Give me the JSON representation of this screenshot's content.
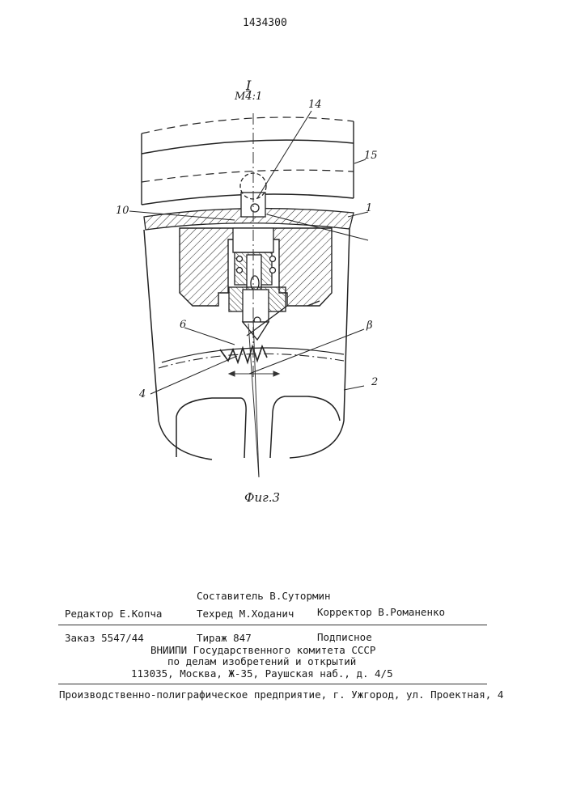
{
  "patent_number": "1434300",
  "figure": {
    "view_label": "I",
    "scale_label": "М4:1",
    "caption": "Фиг.3",
    "callouts": {
      "c14": "14",
      "c15": "15",
      "c10": "10",
      "c1": "1",
      "c6": "6",
      "c3": "β",
      "c4": "4",
      "c2": "2"
    }
  },
  "credits": {
    "compiler": "Составитель В.Сутормин",
    "editor": "Редактор Е.Копча",
    "tech_editor": "Техред М.Ходанич",
    "corrector": "Корректор В.Романенко",
    "order": "Заказ 5547/44",
    "circulation": "Тираж 847",
    "subscription": "Подписное",
    "org_line1": "ВНИИПИ Государственного комитета СССР",
    "org_line2": "по делам изобретений и открытий",
    "org_address": "113035, Москва, Ж-35, Раушская наб., д. 4/5",
    "printer": "Производственно-полиграфическое предприятие, г. Ужгород, ул. Проектная, 4"
  }
}
